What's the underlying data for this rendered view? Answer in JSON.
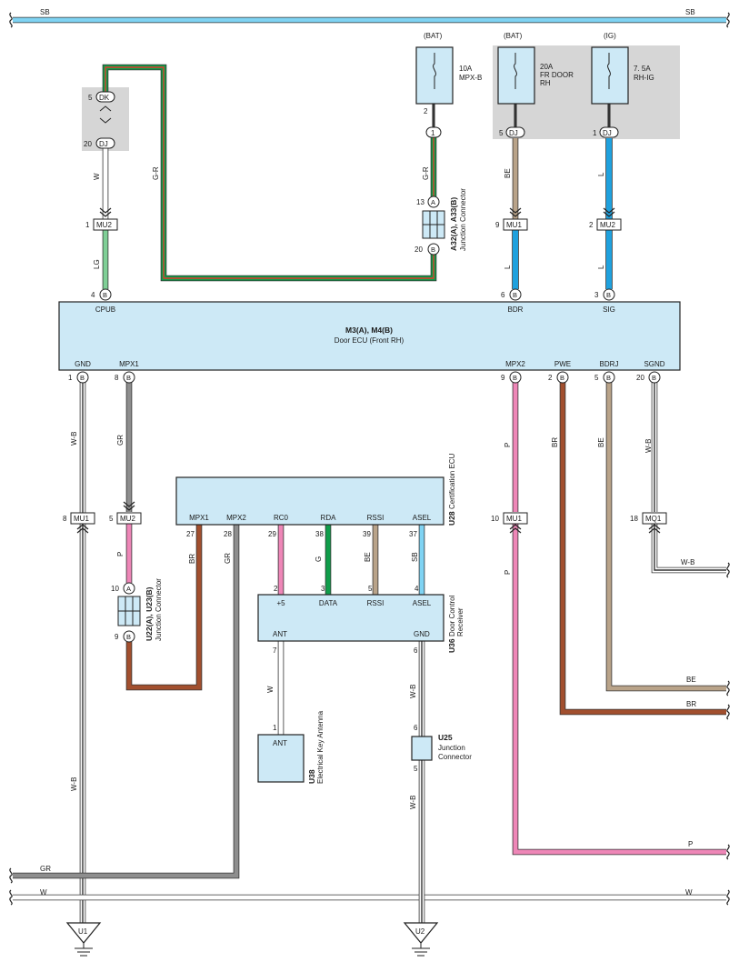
{
  "colors": {
    "SB": "#7fd3f3",
    "L": "#1fa1de",
    "LG": "#7fcf96",
    "G": "#0f9d4a",
    "W": "#ffffff",
    "GR": "#8e8e8e",
    "BR": "#a24f2e",
    "BE": "#b9a389",
    "P": "#ee86b7",
    "R": "#e13a2d",
    "ECU_FILL": "#cde9f6",
    "GREY_BG": "#d6d6d6"
  },
  "wires": {
    "sb_top_left": "SB",
    "sb_top_right": "SB",
    "w_dk_mu2": "W",
    "gr_jc": "G-R",
    "lg_cpub": "LG",
    "gr_left": "G-R",
    "be_bdr": "BE",
    "l_bdr": "L",
    "l_sig_top": "L",
    "l_sig": "L",
    "wb_gnd": "W-B",
    "gr_mpx1": "GR",
    "p_mu2": "P",
    "br_27": "BR",
    "gr_28": "GR",
    "g_rda": "G",
    "be_rssi": "BE",
    "sb_asel": "SB",
    "p_mpx2": "P",
    "p_mpx2_low": "P",
    "br_pwe": "BR",
    "be_bdrj": "BE",
    "wb_sgnd": "W-B",
    "wb_mq1": "W-B",
    "be_right": "BE",
    "br_right": "BR",
    "w_ant": "W",
    "wb_u36": "W-B",
    "wb_u25": "W-B",
    "wb_gnd_low": "W-B",
    "p_right": "P",
    "gr_bottom": "GR",
    "w_bottom_left": "W",
    "w_bottom_right": "W"
  },
  "fuses": {
    "mpxb": {
      "source": "(BAT)",
      "rating": "10A",
      "name": "MPX-B",
      "pin": "2",
      "conn": "1"
    },
    "frdoor": {
      "source": "(BAT)",
      "rating": "20A",
      "name1": "FR DOOR",
      "name2": "RH",
      "pin": "5",
      "conn": "DJ"
    },
    "rhig": {
      "source": "(IG)",
      "rating": "7. 5A",
      "name": "RH-IG",
      "pin": "1",
      "conn": "DJ"
    }
  },
  "connectors": {
    "dk": {
      "pin": "5",
      "label": "DK"
    },
    "dj": {
      "pin": "20",
      "label": "DJ"
    },
    "mu2_top": {
      "pin": "1",
      "label": "MU2"
    },
    "mu1_bdr": {
      "pin": "9",
      "label": "MU1"
    },
    "mu2_sig": {
      "pin": "2",
      "label": "MU2"
    },
    "mu1_gnd": {
      "pin": "8",
      "label": "MU1"
    },
    "mu2_mpx1": {
      "pin": "5",
      "label": "MU2"
    },
    "mu1_mpx2": {
      "pin": "10",
      "label": "MU1"
    },
    "mq1": {
      "pin": "18",
      "label": "MQ1"
    }
  },
  "junction_a32": {
    "pin_a": "13",
    "a": "A",
    "pin_b": "20",
    "b": "B",
    "title": "A32(A), A33(B)",
    "subtitle": "Junction Connector"
  },
  "junction_u22": {
    "pin_a": "10",
    "a": "A",
    "pin_b": "9",
    "b": "B",
    "title": "U22(A), U23(B)",
    "subtitle": "Junction Connector"
  },
  "door_ecu": {
    "title": "M3(A), M4(B)",
    "subtitle": "Door ECU (Front RH)",
    "pin_letter": "B",
    "top_pins": [
      {
        "name": "CPUB",
        "num": "4"
      },
      {
        "name": "BDR",
        "num": "6"
      },
      {
        "name": "SIG",
        "num": "3"
      }
    ],
    "bottom_pins": [
      {
        "name": "GND",
        "num": "1"
      },
      {
        "name": "MPX1",
        "num": "8"
      },
      {
        "name": "MPX2",
        "num": "9"
      },
      {
        "name": "PWE",
        "num": "2"
      },
      {
        "name": "BDRJ",
        "num": "5"
      },
      {
        "name": "SGND",
        "num": "20"
      }
    ]
  },
  "cert_ecu": {
    "code": "U28",
    "name": "Certification ECU",
    "pins": [
      {
        "name": "MPX1",
        "num": "27"
      },
      {
        "name": "MPX2",
        "num": "28"
      },
      {
        "name": "RC0",
        "num": "29"
      },
      {
        "name": "RDA",
        "num": "38"
      },
      {
        "name": "RSSI",
        "num": "39"
      },
      {
        "name": "ASEL",
        "num": "37"
      }
    ]
  },
  "receiver": {
    "code": "U36",
    "name1": "Door Control",
    "name2": "Receiver",
    "top_pins": [
      {
        "name": "+5",
        "num": "2"
      },
      {
        "name": "DATA",
        "num": "3"
      },
      {
        "name": "RSSI",
        "num": "5"
      },
      {
        "name": "ASEL",
        "num": "4"
      }
    ],
    "ant": {
      "name": "ANT",
      "num": "7"
    },
    "gnd": {
      "name": "GND",
      "num": "6"
    }
  },
  "antenna": {
    "code": "U38",
    "name": "Electrical Key Antenna",
    "label": "ANT",
    "pin": "1"
  },
  "junction_u25": {
    "code": "U25",
    "name1": "Junction",
    "name2": "Connector",
    "pin_top": "6",
    "pin_bottom": "5"
  },
  "grounds": {
    "u1": "U1",
    "u2": "U2"
  }
}
